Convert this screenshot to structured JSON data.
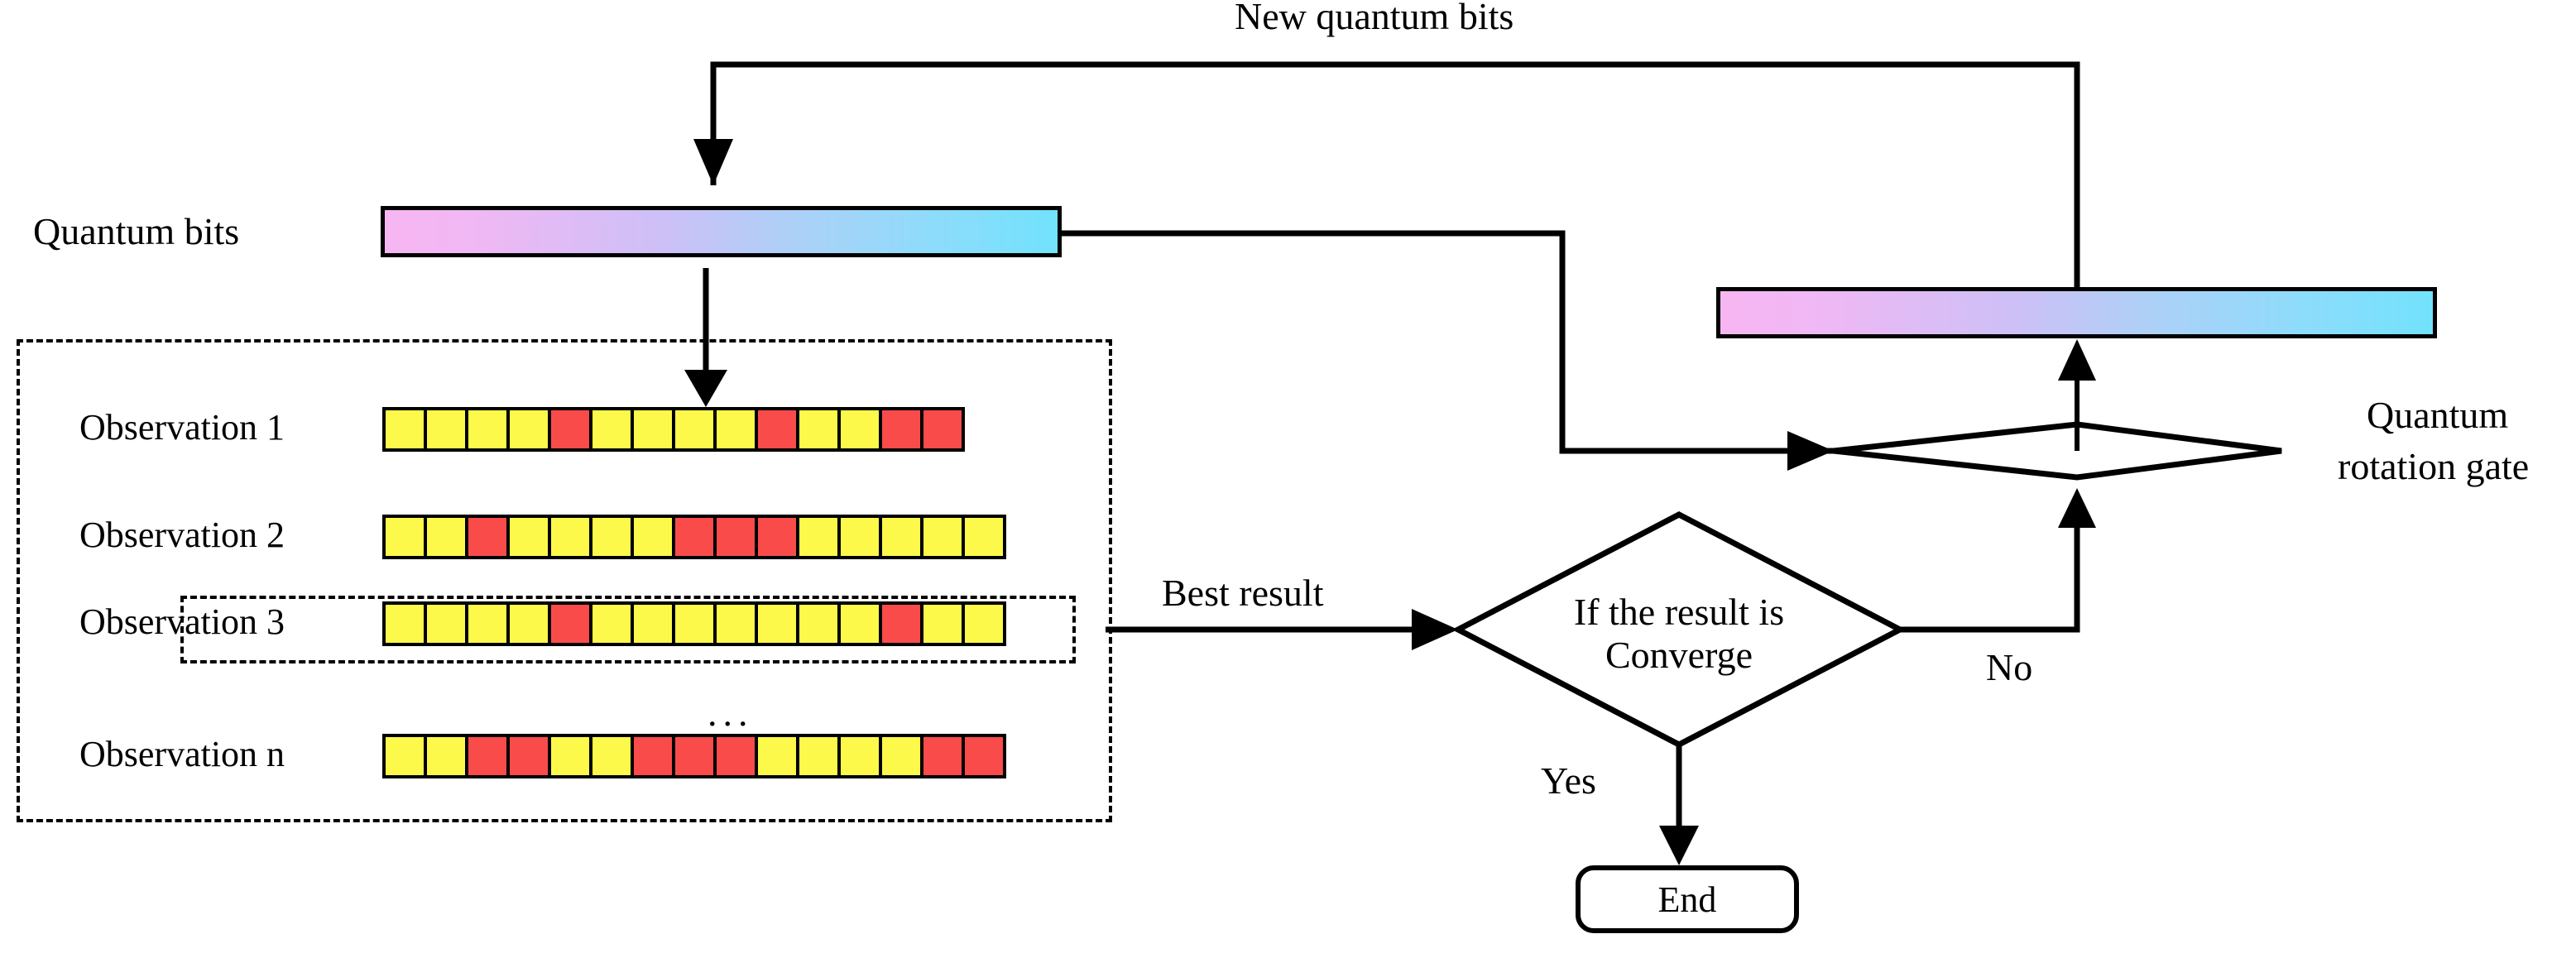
{
  "figure": {
    "title_flow_label": "New quantum bits",
    "colors": {
      "qubit_gradient_start": "#f7b6f2",
      "qubit_gradient_end": "#72e2fd",
      "cell_yellow": "#fdf94a",
      "cell_red": "#fa4b4b",
      "stroke": "#000000",
      "background": "#ffffff"
    }
  },
  "labels": {
    "new_quantum_bits": "New quantum bits",
    "quantum_bits": "Quantum bits",
    "quantum_rotation_gate_line1": "Quantum",
    "quantum_rotation_gate_line2": "rotation gate",
    "best_result": "Best result",
    "no": "No",
    "yes": "Yes",
    "ellipsis": "..."
  },
  "decision": {
    "line1": "If the result is",
    "line2": "Converge",
    "yes_label": "Yes",
    "no_label": "No"
  },
  "terminator": {
    "label": "End"
  },
  "observations": [
    {
      "label": "Observation 1",
      "cells": [
        "y",
        "y",
        "y",
        "y",
        "r",
        "y",
        "y",
        "y",
        "y",
        "r",
        "y",
        "y",
        "r",
        "r"
      ]
    },
    {
      "label": "Observation 2",
      "cells": [
        "y",
        "y",
        "r",
        "y",
        "y",
        "y",
        "y",
        "r",
        "r",
        "r",
        "y",
        "y",
        "y",
        "y",
        "y"
      ]
    },
    {
      "label": "Observation 3",
      "cells": [
        "y",
        "y",
        "y",
        "y",
        "r",
        "y",
        "y",
        "y",
        "y",
        "y",
        "y",
        "y",
        "r",
        "y",
        "y"
      ]
    },
    {
      "label": "Observation n",
      "cells": [
        "y",
        "y",
        "r",
        "r",
        "y",
        "y",
        "r",
        "r",
        "r",
        "y",
        "y",
        "y",
        "y",
        "r",
        "r"
      ]
    }
  ],
  "bars": [
    {
      "name": "quantum-bits-bar"
    },
    {
      "name": "new-quantum-bits-bar"
    }
  ]
}
